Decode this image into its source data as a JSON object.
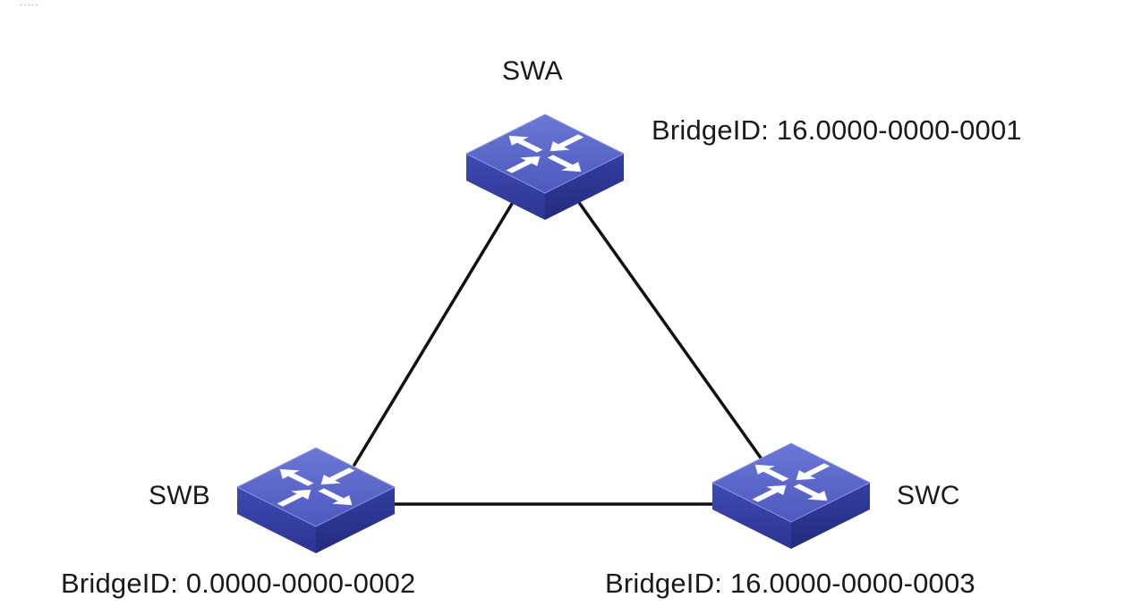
{
  "corner_mark": "·····",
  "nodes": [
    {
      "id": "swa",
      "name": "SWA",
      "bridge_id": "BridgeID: 16.0000-0000-0001"
    },
    {
      "id": "swb",
      "name": "SWB",
      "bridge_id": "BridgeID: 0.0000-0000-0002"
    },
    {
      "id": "swc",
      "name": "SWC",
      "bridge_id": "BridgeID: 16.0000-0000-0003"
    }
  ],
  "links": [
    {
      "from": "swa",
      "to": "swb"
    },
    {
      "from": "swa",
      "to": "swc"
    },
    {
      "from": "swb",
      "to": "swc"
    }
  ],
  "colors": {
    "switch_top": "#5a66c8",
    "switch_side": "#2e3896",
    "switch_front": "#3a44ab",
    "arrow": "#ffffff",
    "link": "#111111"
  },
  "icons": {
    "switch": "network-switch-icon"
  }
}
